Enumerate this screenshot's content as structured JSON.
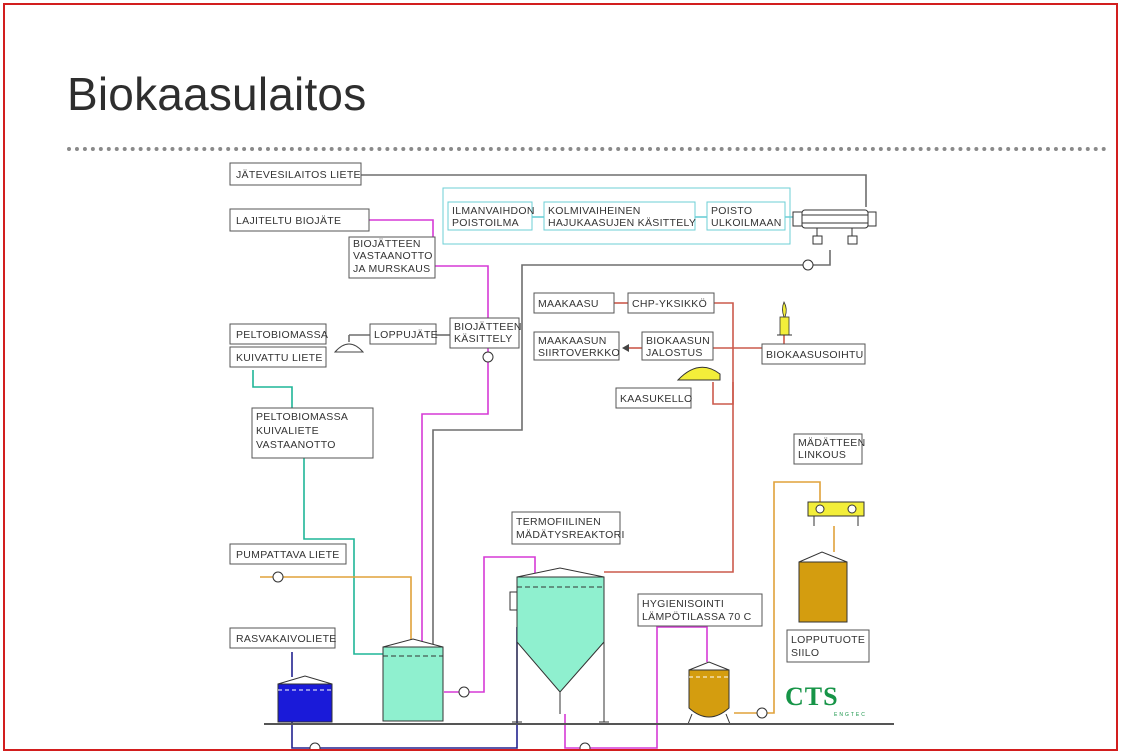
{
  "slide": {
    "title": "Biokaasulaitos"
  },
  "diagram": {
    "labels": {
      "jatevesi": "JÄTEVESILAITOS  LIETE",
      "lajiteltu": "LAJITELTU  BIOJÄTE",
      "bio_vast_1": "BIOJÄTTEEN",
      "bio_vast_2": "VASTAANOTTO",
      "bio_vast_3": "JA  MURSKAUS",
      "ilman_1": "ILMANVAIHDON",
      "ilman_2": "POISTOILMA",
      "kolmi_1": "KOLMIVAIHEINEN",
      "kolmi_2": "HAJUKAASUJEN  KÄSITTELY",
      "poisto_1": "POISTO",
      "poisto_2": "ULKOILMAAN",
      "peltobiomassa": "PELTOBIOMASSA",
      "kuivattu": "KUIVATTU  LIETE",
      "loppujate": "LOPPUJÄTE",
      "bio_kas_1": "BIOJÄTTEEN",
      "bio_kas_2": "KÄSITTELY",
      "maakaasu": "MAAKAASU",
      "chp": "CHP-YKSIKKÖ",
      "siirto_1": "MAAKAASUN",
      "siirto_2": "SIIRTOVERKKO",
      "jalostus_1": "BIOKAASUN",
      "jalostus_2": "JALOSTUS",
      "soihtu": "BIOKAASUSOIHTU",
      "kaasukello": "KAASUKELLO",
      "pelto_vast_1": "PELTOBIOMASSA",
      "pelto_vast_2": "KUIVALIETE",
      "pelto_vast_3": "VASTAANOTTO",
      "linkous_1": "MÄDÄTTEEN",
      "linkous_2": "LINKOUS",
      "termo_1": "TERMOFIILINEN",
      "termo_2": "MÄDÄTYSREAKTORI",
      "pumpattava": "PUMPATTAVA  LIETE",
      "hyg_1": "HYGIENISOINTI",
      "hyg_2": "LÄMPÖTILASSA  70  C",
      "lopputuote_1": "LOPPUTUOTE",
      "lopputuote_2": "SIILO",
      "rasva": "RASVAKAIVOLIETE",
      "logo": "CTS",
      "logo_sub": "ENGTEC"
    },
    "colors": {
      "grey_line": "#6e6e6e",
      "magenta_line": "#d63ad6",
      "teal_line": "#1fb597",
      "orange_line": "#e0a23a",
      "navy_line": "#23238f",
      "red_line": "#cc5a4c",
      "cyan_box": "#6ccfd6",
      "tank_teal": "#8ff0cf",
      "tank_blue": "#1a1ad9",
      "tank_gold": "#d49d0f",
      "gasholder_yellow": "#f3ee3a",
      "logo_green": "#169447",
      "frame_red": "#d21e1e"
    }
  }
}
